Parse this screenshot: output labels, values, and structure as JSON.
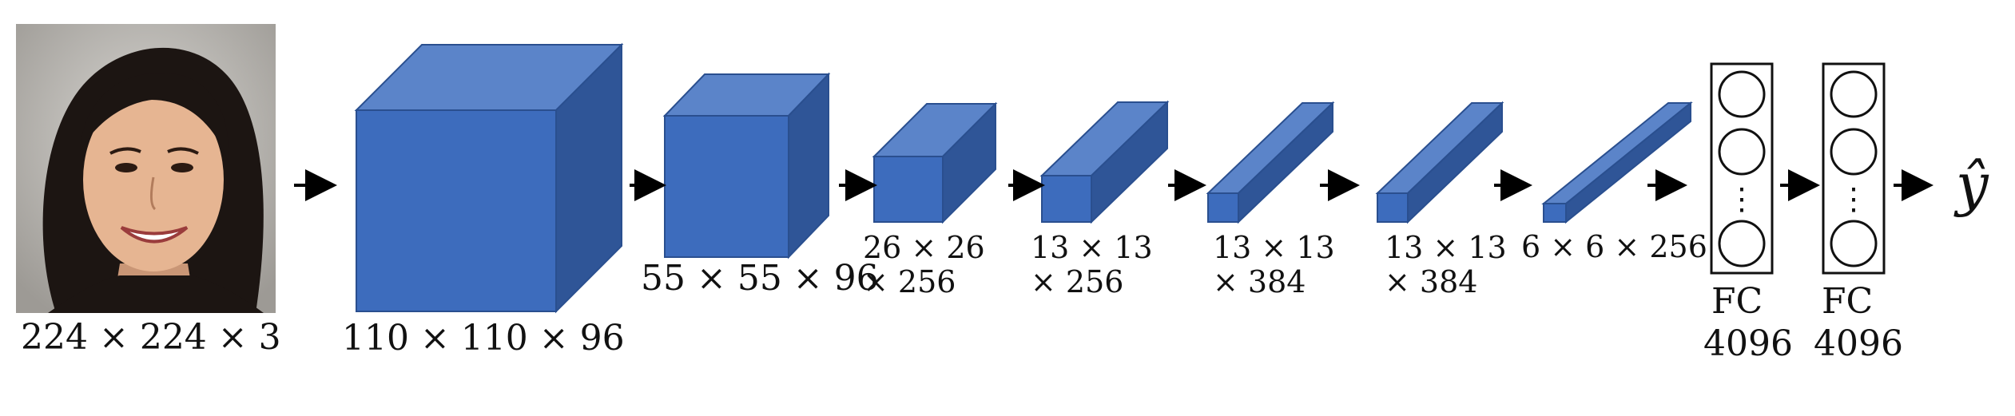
{
  "colors": {
    "box_front": "#3d6cbd",
    "box_top": "#5b84c9",
    "box_side": "#2f5597",
    "box_edge": "#2a4f8f",
    "arrow": "#000000",
    "background": "#ffffff"
  },
  "input_image": {
    "icon": "face-photo",
    "label": "224 × 224 × 3"
  },
  "layers": [
    {
      "label_lines": [
        "110 × 110 × 96"
      ]
    },
    {
      "label_lines": [
        "55 × 55 × 96"
      ]
    },
    {
      "label_lines": [
        "26 × 26",
        "× 256"
      ]
    },
    {
      "label_lines": [
        "13 × 13",
        "× 256"
      ]
    },
    {
      "label_lines": [
        "13 × 13",
        "× 384"
      ]
    },
    {
      "label_lines": [
        "13 × 13",
        "× 384"
      ]
    },
    {
      "label_lines": [
        "6 × 6 × 256"
      ]
    }
  ],
  "fc_layers": [
    {
      "name": "FC",
      "size": "4096",
      "ellipsis": "⋮"
    },
    {
      "name": "FC",
      "size": "4096",
      "ellipsis": "⋮"
    }
  ],
  "output": {
    "label": "ŷ"
  }
}
